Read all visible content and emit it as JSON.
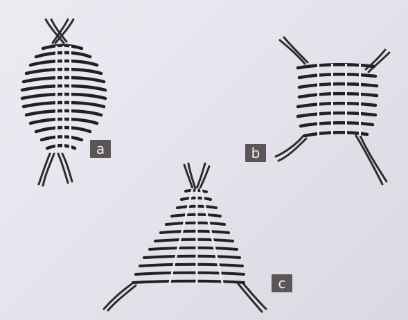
{
  "labels": {
    "a": "a",
    "b": "b",
    "c": "c"
  },
  "colors": {
    "paper": "#e9e6ef",
    "ink": "#2e2b2f",
    "label_bg": "#5a5658",
    "label_text": "#f3f1f4"
  }
}
